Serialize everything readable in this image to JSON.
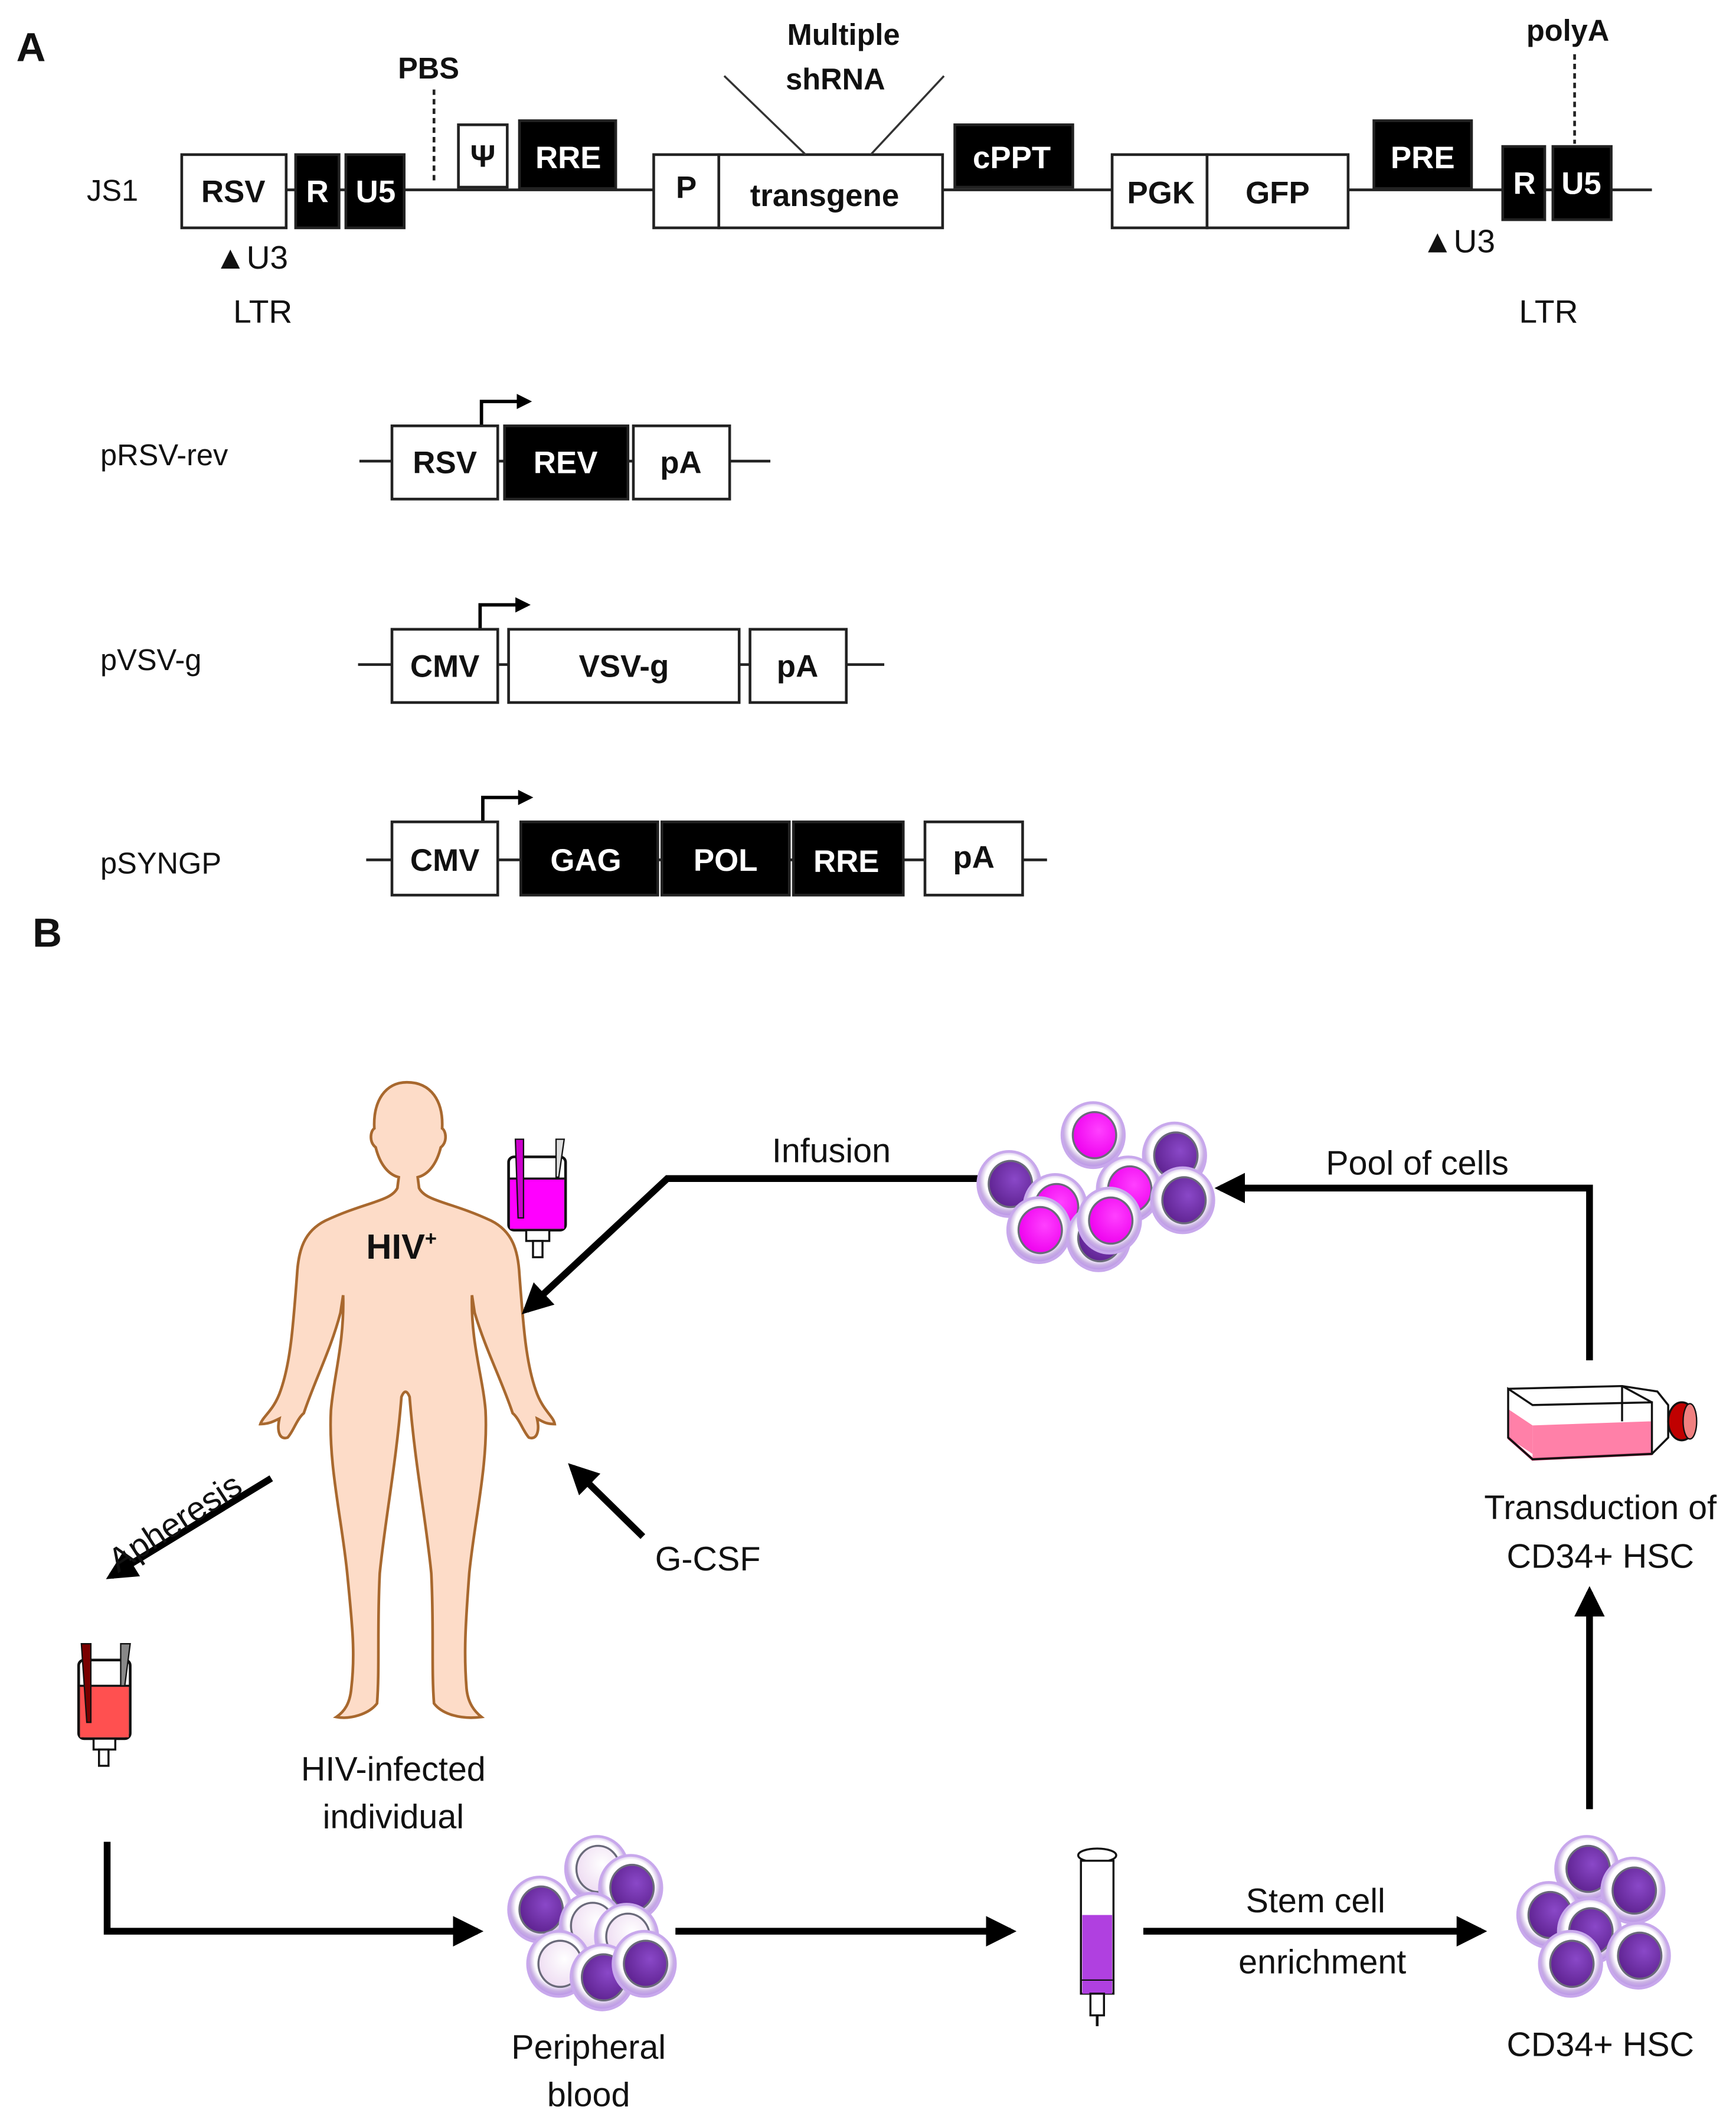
{
  "panels": {
    "a_label": "A",
    "b_label": "B"
  },
  "js1": {
    "name": "JS1",
    "elements": [
      {
        "label": "RSV",
        "style": "open"
      },
      {
        "label": "R",
        "style": "solid"
      },
      {
        "label": "U5",
        "style": "solid"
      },
      {
        "label": "Ψ",
        "style": "open"
      },
      {
        "label": "RRE",
        "style": "solid"
      },
      {
        "label": "P",
        "style": "open"
      },
      {
        "label": "transgene",
        "style": "open"
      },
      {
        "label": "cPPT",
        "style": "solid"
      },
      {
        "label": "PGK",
        "style": "open"
      },
      {
        "label": "GFP",
        "style": "open"
      },
      {
        "label": "PRE",
        "style": "solid"
      },
      {
        "label": "R",
        "style": "solid"
      },
      {
        "label": "U5",
        "style": "solid"
      }
    ],
    "annotations": {
      "pbs": "PBS",
      "shrna_line1": "Multiple",
      "shrna_line2": "shRNA",
      "polya": "polyA",
      "u3_left": "▲U3",
      "u3_right": "▲U3",
      "ltr_left": "LTR",
      "ltr_right": "LTR"
    }
  },
  "plasmids": [
    {
      "name": "pRSV-rev",
      "elements": [
        {
          "label": "RSV",
          "style": "open"
        },
        {
          "label": "REV",
          "style": "solid"
        },
        {
          "label": "pA",
          "style": "open"
        }
      ]
    },
    {
      "name": "pVSV-g",
      "elements": [
        {
          "label": "CMV",
          "style": "open"
        },
        {
          "label": "VSV-g",
          "style": "open"
        },
        {
          "label": "pA",
          "style": "open"
        }
      ]
    },
    {
      "name": "pSYNGP",
      "elements": [
        {
          "label": "CMV",
          "style": "open"
        },
        {
          "label": "GAG",
          "style": "solid"
        },
        {
          "label": "POL",
          "style": "solid"
        },
        {
          "label": "RRE",
          "style": "solid"
        },
        {
          "label": "pA",
          "style": "open"
        }
      ]
    }
  ],
  "workflow": {
    "patient_badge": "HIV",
    "patient_badge_sup": "+",
    "patient_caption_1": "HIV-infected",
    "patient_caption_2": "individual",
    "infusion": "Infusion",
    "pool_of_cells": "Pool of cells",
    "apheresis": "Apheresis",
    "gcsf": "G-CSF",
    "transduction_1": "Transduction of",
    "transduction_2": "CD34+ HSC",
    "peripheral_1": "Peripheral",
    "peripheral_2": "blood",
    "enrichment_1": "Stem cell",
    "enrichment_2": "enrichment",
    "hsc": "CD34+ HSC"
  },
  "colors": {
    "skin": "#fddcc8",
    "skin_outline": "#a8682e",
    "transduced_cell": "#ff00ff",
    "stem_cell_nucleus": "#6a2aa0",
    "cell_membrane": "#d9c2f0",
    "pale_cell": "#f7e8f7",
    "blood_bag": "#ff5050",
    "infusion_bag": "#ff00ff",
    "flask_medium": "#ff80a8",
    "flask_cap": "#c00000",
    "column_fill": "#b040e0"
  }
}
